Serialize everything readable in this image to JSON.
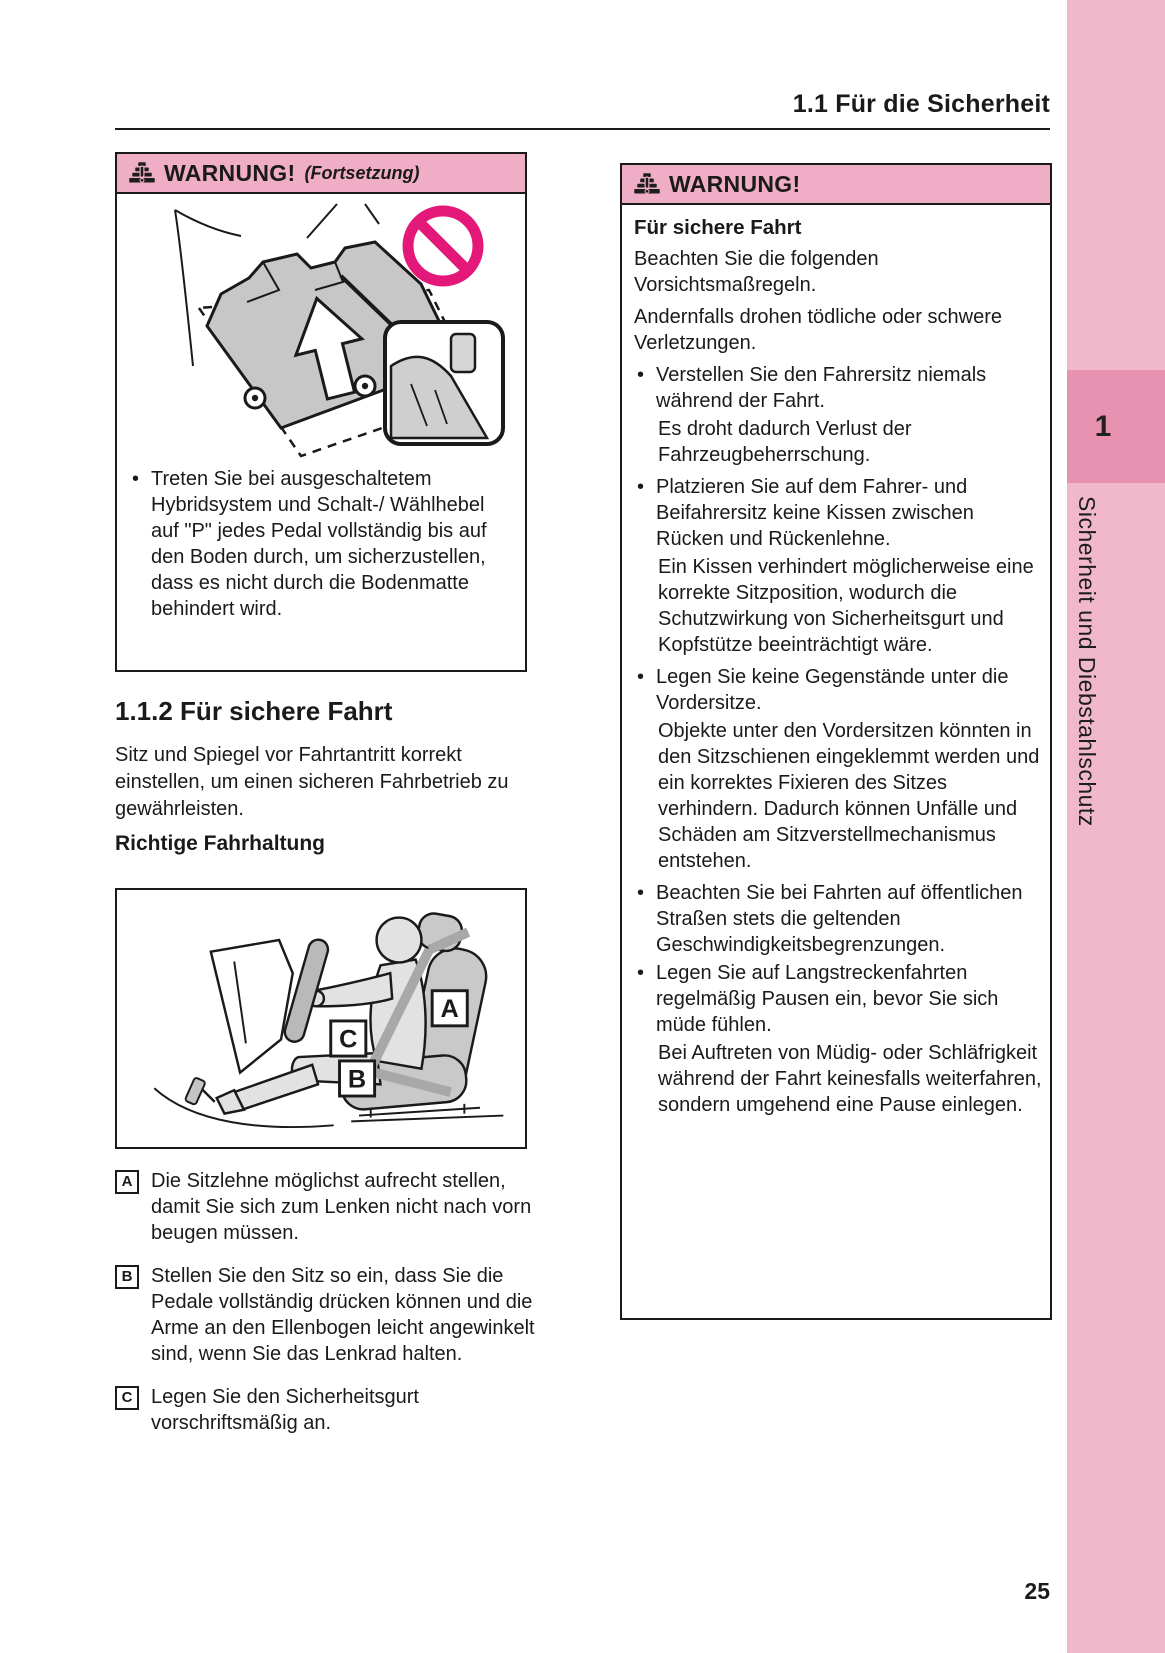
{
  "chars": {
    "bullet": "•"
  },
  "colors": {
    "warning_header_pink": "#f0aec6",
    "sidebar_pink": "#f1b7cb",
    "chapter_tab_pink": "#e892b2",
    "prohibition_pink": "#e31878",
    "text": "#1a1a1a"
  },
  "page": {
    "header_title": "1.1 Für die Sicherheit",
    "page_number": "25"
  },
  "sidebar": {
    "chapter_number": "1",
    "chapter_title": "Sicherheit und Diebstahlschutz"
  },
  "left_column": {
    "warning_box": {
      "title": "WARNUNG!",
      "continuation": "(Fortsetzung)",
      "bullet": "Treten Sie bei ausgeschaltetem Hybridsystem und Schalt-/ Wählhebel auf \"P\" jedes Pedal vollständig bis auf den Boden durch, um sicherzustellen, dass es nicht durch die Bodenmatte behindert wird."
    },
    "section": {
      "heading": "1.1.2 Für sichere Fahrt",
      "intro": "Sitz und Spiegel vor Fahrtantritt korrekt einstellen, um einen sicheren Fahrbetrieb zu gewährleisten.",
      "subheading": "Richtige Fahrhaltung"
    },
    "figure": {
      "labels": [
        "A",
        "B",
        "C"
      ]
    },
    "posture_items": [
      {
        "label": "A",
        "text": "Die Sitzlehne möglichst aufrecht stellen, damit Sie sich zum Lenken nicht nach vorn beugen müssen."
      },
      {
        "label": "B",
        "text": "Stellen Sie den Sitz so ein, dass Sie die Pedale vollständig drücken können und die Arme an den Ellenbogen leicht angewinkelt sind, wenn Sie das Lenkrad halten."
      },
      {
        "label": "C",
        "text": "Legen Sie den Sicherheitsgurt vorschriftsmäßig an."
      }
    ]
  },
  "right_column": {
    "warning_box": {
      "title": "WARNUNG!",
      "blocks": [
        {
          "type": "heading",
          "text": "Für sichere Fahrt"
        },
        {
          "type": "para",
          "text": "Beachten Sie die folgenden Vorsichtsmaßregeln."
        },
        {
          "type": "para",
          "text": "Andernfalls drohen tödliche oder schwere Verletzungen."
        },
        {
          "type": "bullet",
          "text": "Verstellen Sie den Fahrersitz niemals während der Fahrt."
        },
        {
          "type": "sub",
          "text": "Es droht dadurch Verlust der Fahrzeugbeherrschung."
        },
        {
          "type": "bullet",
          "text": "Platzieren Sie auf dem Fahrer- und Beifahrersitz keine Kissen zwischen Rücken und Rückenlehne."
        },
        {
          "type": "sub",
          "text": "Ein Kissen verhindert möglicherweise eine korrekte Sitzposition, wodurch die Schutzwirkung von Sicherheitsgurt und Kopfstütze beeinträchtigt wäre."
        },
        {
          "type": "bullet",
          "text": "Legen Sie keine Gegenstände unter die Vordersitze."
        },
        {
          "type": "sub",
          "text": "Objekte unter den Vordersitzen könnten in den Sitzschienen eingeklemmt werden und ein korrektes Fixieren des Sitzes verhindern. Dadurch können Unfälle und Schäden am Sitzverstellmechanismus entstehen."
        },
        {
          "type": "bullet",
          "text": "Beachten Sie bei Fahrten auf öffentlichen Straßen stets die geltenden Geschwindigkeitsbegrenzungen."
        },
        {
          "type": "bullet",
          "text": "Legen Sie auf Langstreckenfahrten regelmäßig Pausen ein, bevor Sie sich müde fühlen."
        },
        {
          "type": "sub",
          "text": "Bei Auftreten von Müdig- oder Schläfrigkeit während der Fahrt keinesfalls weiterfahren, sondern umgehend eine Pause einlegen."
        }
      ]
    }
  }
}
